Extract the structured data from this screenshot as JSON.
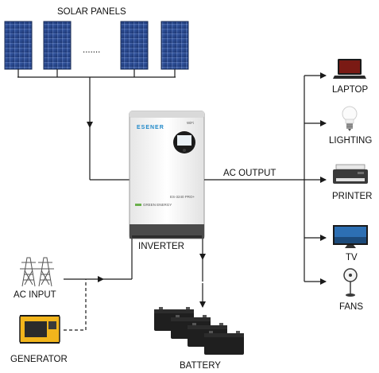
{
  "labels": {
    "solar_panels": "SOLAR PANELS",
    "ellipsis": ".......",
    "inverter": "INVERTER",
    "ac_output": "AC OUTPUT",
    "ac_input": "AC INPUT",
    "generator": "GENERATOR",
    "battery": "BATTERY"
  },
  "loads": [
    {
      "label": "LAPTOP",
      "icon": "laptop-icon"
    },
    {
      "label": "LIGHTING",
      "icon": "light-bulb-icon"
    },
    {
      "label": "PRINTER",
      "icon": "printer-icon"
    },
    {
      "label": "TV",
      "icon": "tv-icon"
    },
    {
      "label": "FANS",
      "icon": "fan-icon"
    }
  ],
  "inverter_device": {
    "brand": "ESENER",
    "wifi": "WiFi",
    "model": "ES-3240 PRO+",
    "badge": "GREEN ENERGY"
  },
  "colors": {
    "line": "#1a1a1a",
    "panel_blue": "#2f4f94",
    "brand_blue": "#1e88c9"
  }
}
